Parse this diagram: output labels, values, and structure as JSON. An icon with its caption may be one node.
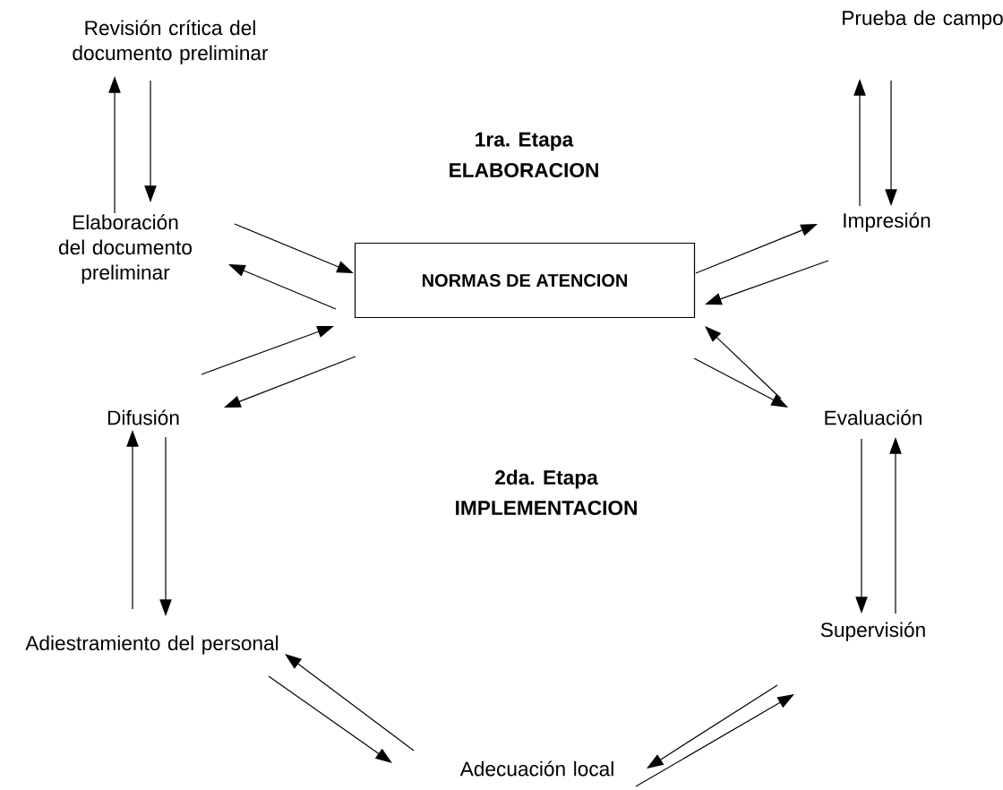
{
  "diagram": {
    "nodes": [
      {
        "text": [
          "Revisión crítica del documento preliminar"
        ]
      },
      {
        "text": [
          "Prueba de campo"
        ]
      },
      {
        "text": [
          "Elaboración del documento preliminar"
        ]
      },
      {
        "text": [
          "NORMAS DE ATENCION"
        ]
      },
      {
        "text": [
          "Impresión"
        ]
      },
      {
        "text": [
          "Difusión"
        ]
      },
      {
        "text": [
          "Evaluación"
        ]
      },
      {
        "text": [
          "Adiestramiento del personal"
        ]
      },
      {
        "text": [
          "Supervisión"
        ]
      },
      {
        "text": [
          "Adecuación local"
        ]
      }
    ],
    "edges": [
      {
        "from": 0,
        "to": 2,
        "arrow": "to"
      },
      {
        "from": 2,
        "to": 0,
        "arrow": "to"
      },
      {
        "from": 2,
        "to": 3,
        "arrow": "to"
      },
      {
        "from": 3,
        "to": 2,
        "arrow": "to"
      },
      {
        "from": 3,
        "to": 4,
        "arrow": "to"
      },
      {
        "from": 4,
        "to": 3,
        "arrow": "to"
      },
      {
        "from": 4,
        "to": 1,
        "arrow": "to"
      },
      {
        "from": 1,
        "to": 4,
        "arrow": "to"
      },
      {
        "from": 5,
        "to": 3,
        "arrow": "to"
      },
      {
        "from": 3,
        "to": 5,
        "arrow": "to"
      },
      {
        "from": 6,
        "to": 3,
        "arrow": "to"
      },
      {
        "from": 3,
        "to": 6,
        "arrow": "to"
      },
      {
        "from": 6,
        "to": 8,
        "arrow": "to"
      },
      {
        "from": 8,
        "to": 6,
        "arrow": "to"
      },
      {
        "from": 7,
        "to": 5,
        "arrow": "to"
      },
      {
        "from": 5,
        "to": 7,
        "arrow": "to"
      },
      {
        "from": 7,
        "to": 9,
        "arrow": "to"
      },
      {
        "from": 9,
        "to": 7,
        "arrow": "to"
      },
      {
        "from": 9,
        "to": 8,
        "arrow": "to"
      },
      {
        "from": 8,
        "to": 9,
        "arrow": "to"
      }
    ],
    "labels": [
      "1ra. Etapa",
      "ELABORACION",
      "2da. Etapa",
      "IMPLEMENTACION"
    ]
  }
}
